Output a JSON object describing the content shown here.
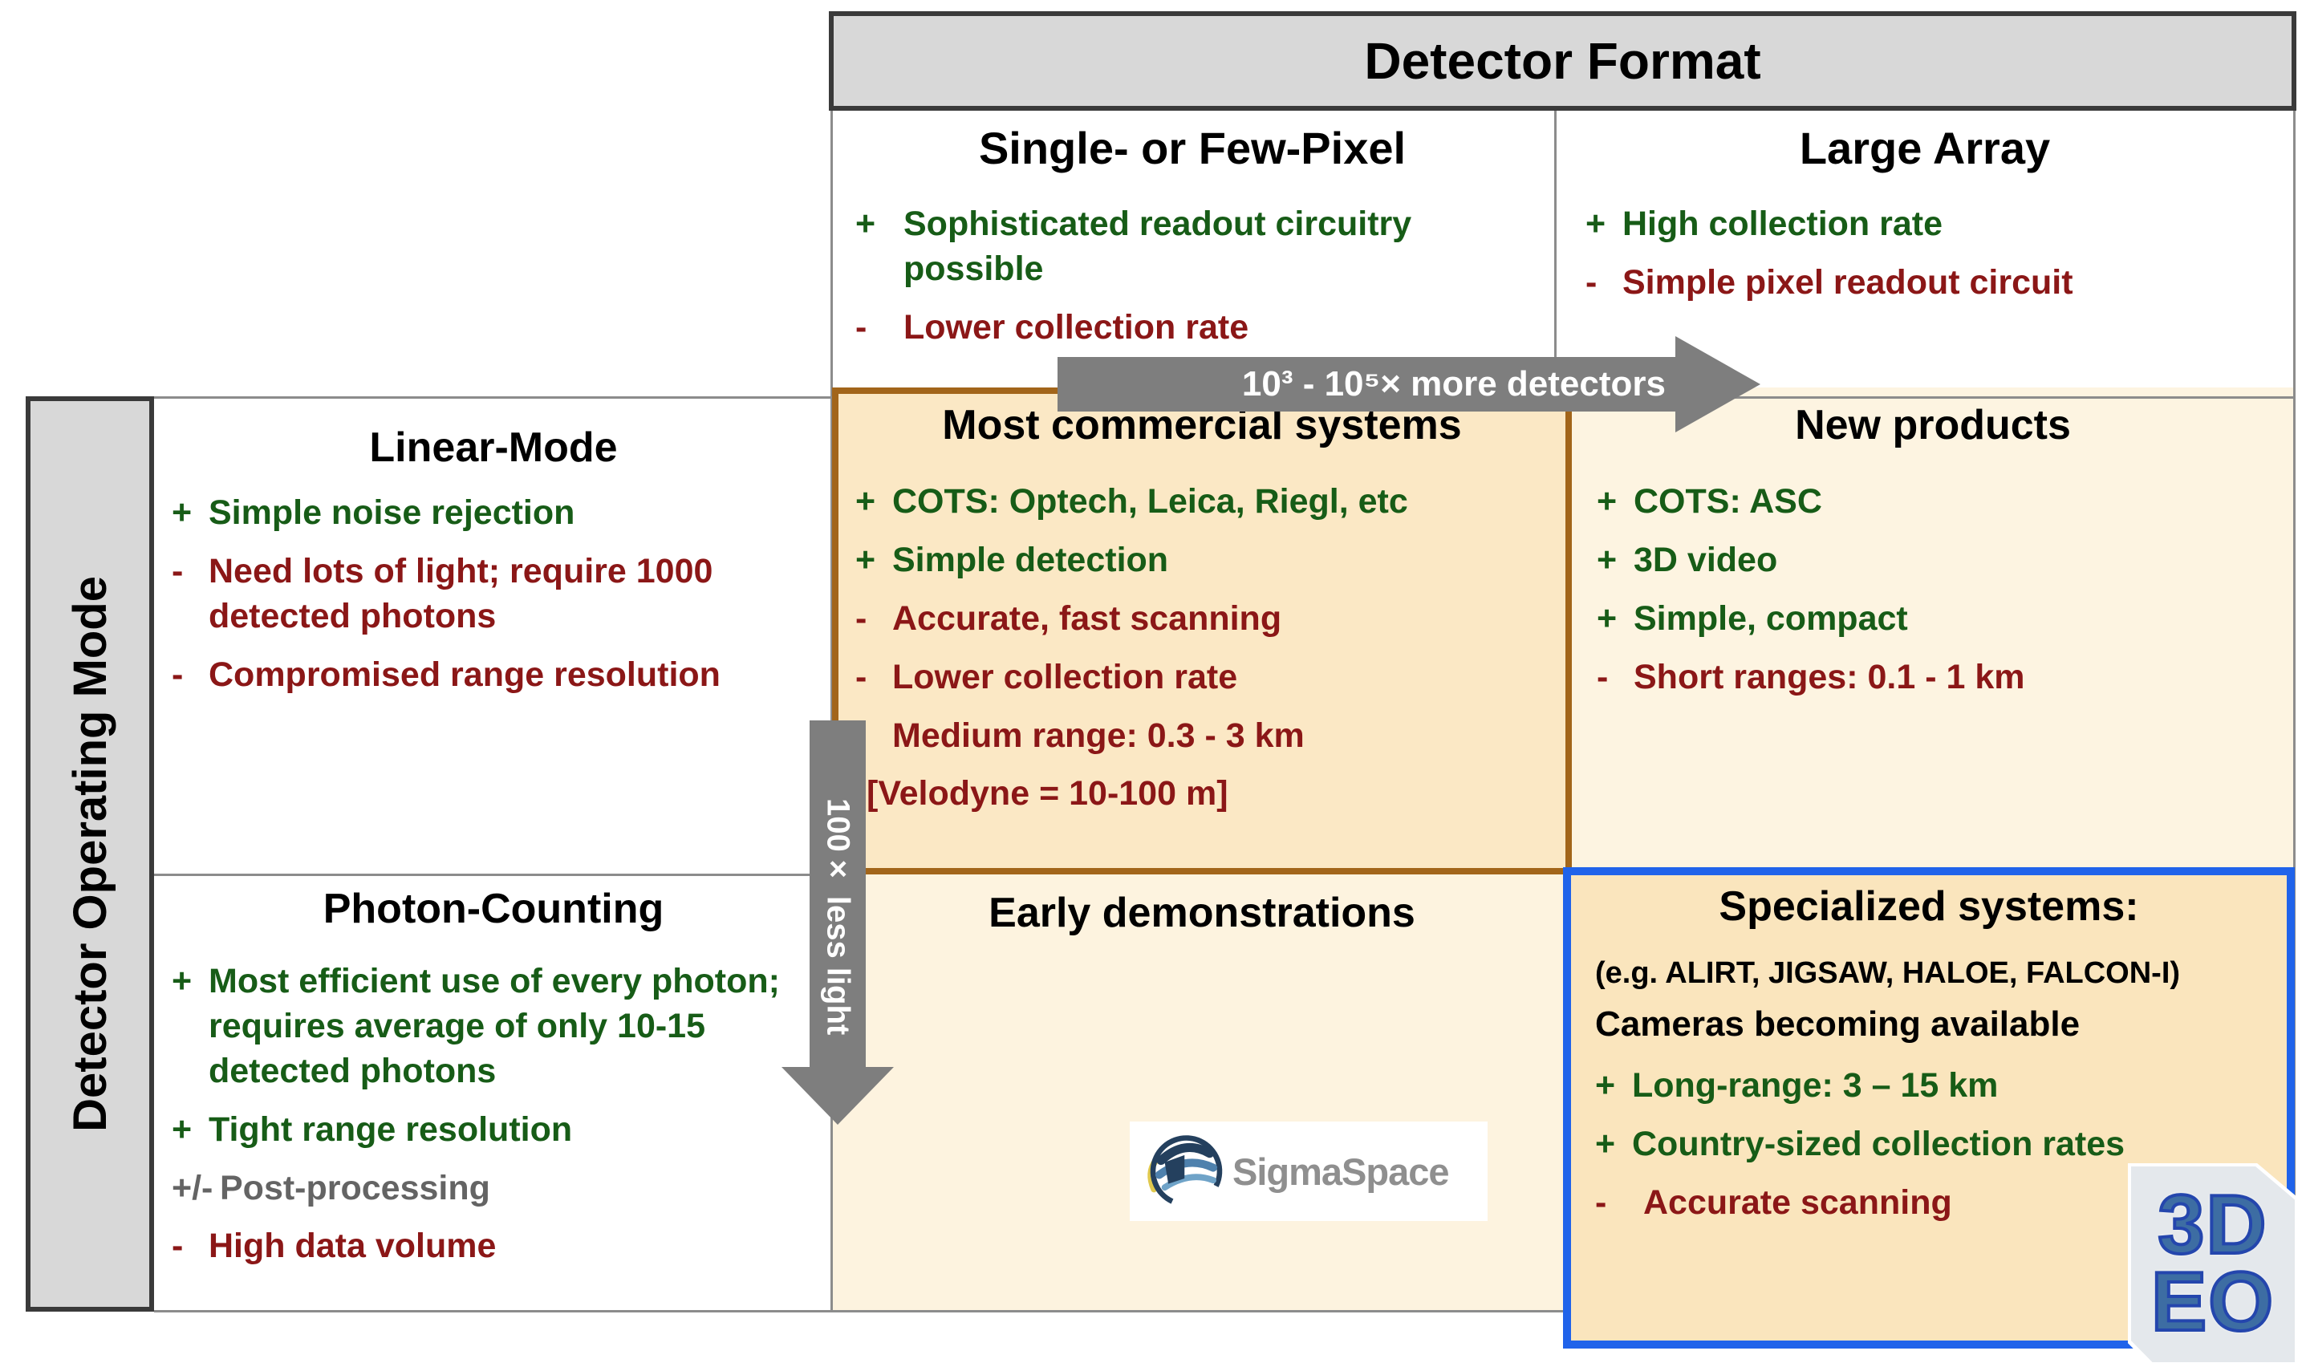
{
  "header": {
    "title": "Detector Format",
    "columns": [
      {
        "title": "Single- or Few-Pixel",
        "items": [
          {
            "sign": "+",
            "text": "Sophisticated readout circuitry possible"
          },
          {
            "sign": "-",
            "text": "Lower collection rate"
          }
        ]
      },
      {
        "title": "Large Array",
        "items": [
          {
            "sign": "+",
            "text": "High collection rate"
          },
          {
            "sign": "-",
            "text": "Simple pixel readout circuit"
          }
        ]
      }
    ]
  },
  "side": {
    "title": "Detector Operating Mode"
  },
  "rows": [
    {
      "title": "Linear-Mode",
      "items": [
        {
          "sign": "+",
          "text": "Simple noise rejection"
        },
        {
          "sign": "-",
          "text": "Need lots of light; require 1000 detected photons"
        },
        {
          "sign": "-",
          "text": "Compromised range resolution"
        }
      ]
    },
    {
      "title": "Photon-Counting",
      "items": [
        {
          "sign": "+",
          "text": "Most efficient use of every photon; requires average of only 10-15 detected photons"
        },
        {
          "sign": "+",
          "text": "Tight range resolution"
        },
        {
          "sign": "+/-",
          "text": "Post-processing"
        },
        {
          "sign": "-",
          "text": "High data volume"
        }
      ]
    }
  ],
  "cells": {
    "most_commercial": {
      "title": "Most commercial systems",
      "items": [
        {
          "sign": "+",
          "text": "COTS: Optech, Leica, Riegl, etc"
        },
        {
          "sign": "+",
          "text": "Simple detection"
        },
        {
          "sign": "-",
          "text": "Accurate, fast scanning"
        },
        {
          "sign": "-",
          "text": "Lower collection rate"
        },
        {
          "sign": "-",
          "text": "Medium range: 0.3 - 3 km"
        },
        {
          "sign": "",
          "text": "[Velodyne = 10-100 m]"
        }
      ]
    },
    "new_products": {
      "title": "New products",
      "items": [
        {
          "sign": "+",
          "text": "COTS: ASC"
        },
        {
          "sign": "+",
          "text": "3D video"
        },
        {
          "sign": "+",
          "text": "Simple, compact"
        },
        {
          "sign": "-",
          "text": "Short ranges: 0.1 - 1 km"
        }
      ]
    },
    "early_demonstrations": {
      "title": "Early demonstrations"
    },
    "specialized": {
      "title": "Specialized systems:",
      "subtitle": "(e.g. ALIRT, JIGSAW, HALOE, FALCON-I)",
      "note": "Cameras becoming available",
      "items": [
        {
          "sign": "+",
          "text": "Long-range: 3 – 15 km"
        },
        {
          "sign": "+",
          "text": "Country-sized collection rates"
        },
        {
          "sign": "-",
          "text": "Accurate scanning"
        }
      ]
    }
  },
  "arrows": {
    "horizontal_label": "10³ - 10⁵× more detectors",
    "vertical_label": "100× less light"
  },
  "logos": {
    "sigmaspace_text": "SigmaSpace",
    "threedeo_line1": "3D",
    "threedeo_line2": "EO"
  },
  "colors": {
    "pro_green": "#175c17",
    "con_red": "#8b1717",
    "neutral_gray": "#646464",
    "orange_cell_fill": "#fbe8c5",
    "cream_cell_fill": "#fdf4e1",
    "orange_border": "#a2651a",
    "blue_border": "#2063ea",
    "arrow_gray": "#7e7e7e",
    "header_gray": "#d8d8d8"
  }
}
